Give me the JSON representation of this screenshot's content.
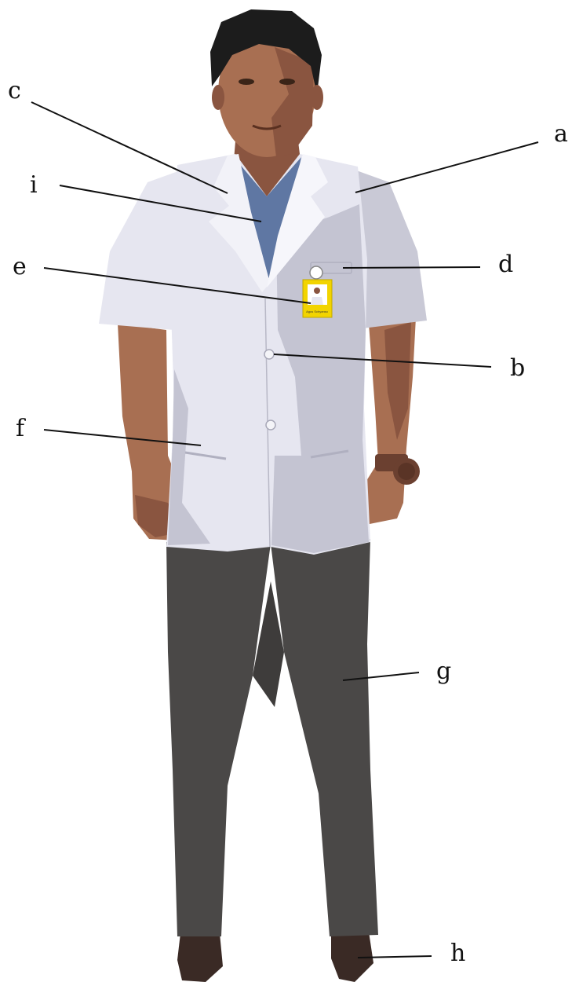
{
  "figure": {
    "subject": "person in short-sleeved white lab coat",
    "badge_name": "Agus Schyanso"
  },
  "labels": [
    {
      "id": "a",
      "text": "a",
      "part": "coat-shoulder"
    },
    {
      "id": "b",
      "text": "b",
      "part": "coat-button"
    },
    {
      "id": "c",
      "text": "c",
      "part": "coat-lapel"
    },
    {
      "id": "d",
      "text": "d",
      "part": "chest-pocket"
    },
    {
      "id": "e",
      "text": "e",
      "part": "id-badge"
    },
    {
      "id": "f",
      "text": "f",
      "part": "side-pocket"
    },
    {
      "id": "g",
      "text": "g",
      "part": "trousers"
    },
    {
      "id": "h",
      "text": "h",
      "part": "shoe"
    },
    {
      "id": "i",
      "text": "i",
      "part": "scrub-shirt"
    }
  ],
  "colors": {
    "coat": "#e6e6f0",
    "coat_shadow": "#c4c4d2",
    "scrub": "#5f77a3",
    "skin": "#a86f52",
    "skin_dark": "#8a5540",
    "hair": "#1c1c1c",
    "trousers": "#4a4847",
    "shoes": "#3a2a25",
    "badge": "#f2d400",
    "watch": "#6b4030"
  }
}
